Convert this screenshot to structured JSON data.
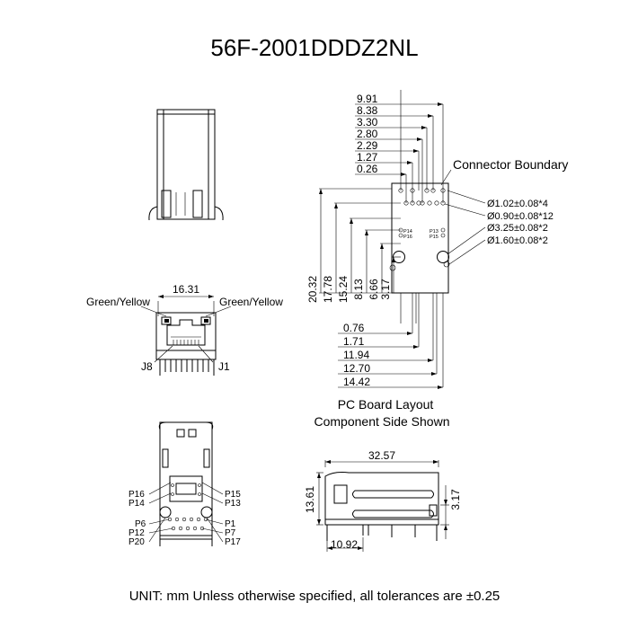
{
  "title": "56F-2001DDDZ2NL",
  "front_view": {
    "width_dim": "16.31",
    "led_left": "Green/Yellow",
    "led_right": "Green/Yellow",
    "pin_left": "J8",
    "pin_right": "J1"
  },
  "bottom_view": {
    "pins_left": [
      "P16",
      "P14",
      "P6",
      "P12",
      "P20"
    ],
    "pins_right": [
      "P15",
      "P13",
      "P1",
      "P7",
      "P17"
    ]
  },
  "side_view": {
    "length_dim": "32.57",
    "height_dim": "13.61",
    "standoff_dim": "3.17",
    "offset_dim": "10.92"
  },
  "pcb_layout": {
    "top_dims": [
      "9.91",
      "8.38",
      "3.30",
      "2.80",
      "2.29",
      "1.27",
      "0.26"
    ],
    "vertical_dims": [
      "20.32",
      "17.78",
      "15.24",
      "8.13",
      "6.66",
      "3.17"
    ],
    "bottom_dims": [
      "0.76",
      "1.71",
      "11.94",
      "12.70",
      "14.42"
    ],
    "boundary_label": "Connector Boundary",
    "hole_specs": [
      "Ø1.02±0.08*4",
      "Ø0.90±0.08*12",
      "Ø3.25±0.08*2",
      "Ø1.60±0.08*2"
    ],
    "small_labels": [
      "P14",
      "P16",
      "P13",
      "P15"
    ],
    "caption_line1": "PC Board Layout",
    "caption_line2": "Component Side Shown"
  },
  "footer": "UNIT: mm Unless otherwise specified, all tolerances are ±0.25"
}
